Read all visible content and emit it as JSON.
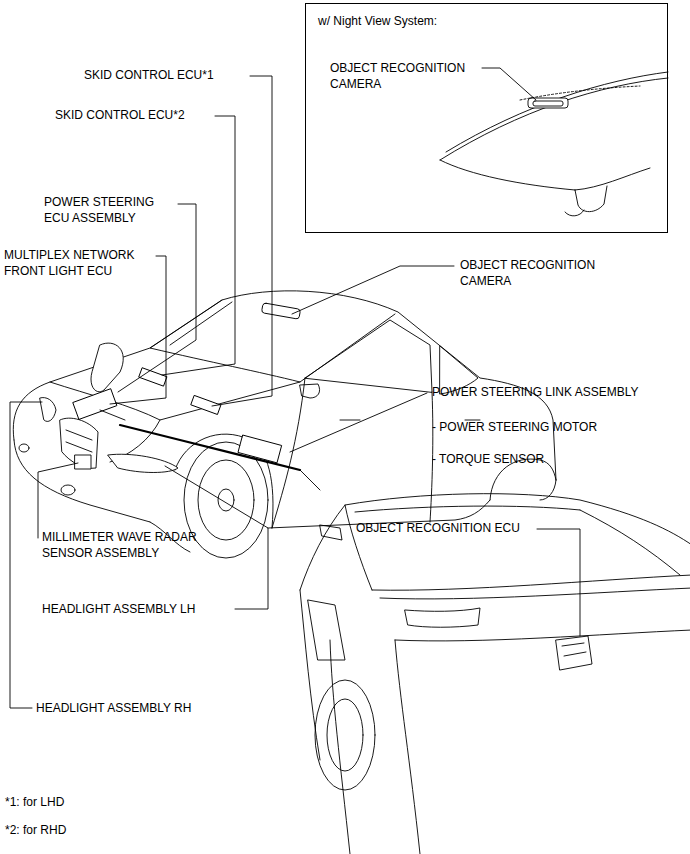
{
  "diagram": {
    "nodes": [
      {
        "text": [
          "w/ Night View System:",
          "OBJECT RECOGNITION CAMERA"
        ]
      }
    ],
    "labels": [
      "SKID CONTROL ECU*1",
      "SKID CONTROL ECU*2",
      "POWER STEERING ECU ASSEMBLY",
      "MULTIPLEX NETWORK FRONT LIGHT ECU",
      "OBJECT RECOGNITION CAMERA",
      "POWER STEERING LINK ASSEMBLY",
      "- POWER STEERING MOTOR",
      "- TORQUE SENSOR",
      "MILLIMETER WAVE RADAR SENSOR ASSEMBLY",
      "HEADLIGHT ASSEMBLY LH",
      "OBJECT RECOGNITION ECU",
      "HEADLIGHT ASSEMBLY RH",
      "*1: for LHD",
      "*2: for RHD"
    ]
  }
}
